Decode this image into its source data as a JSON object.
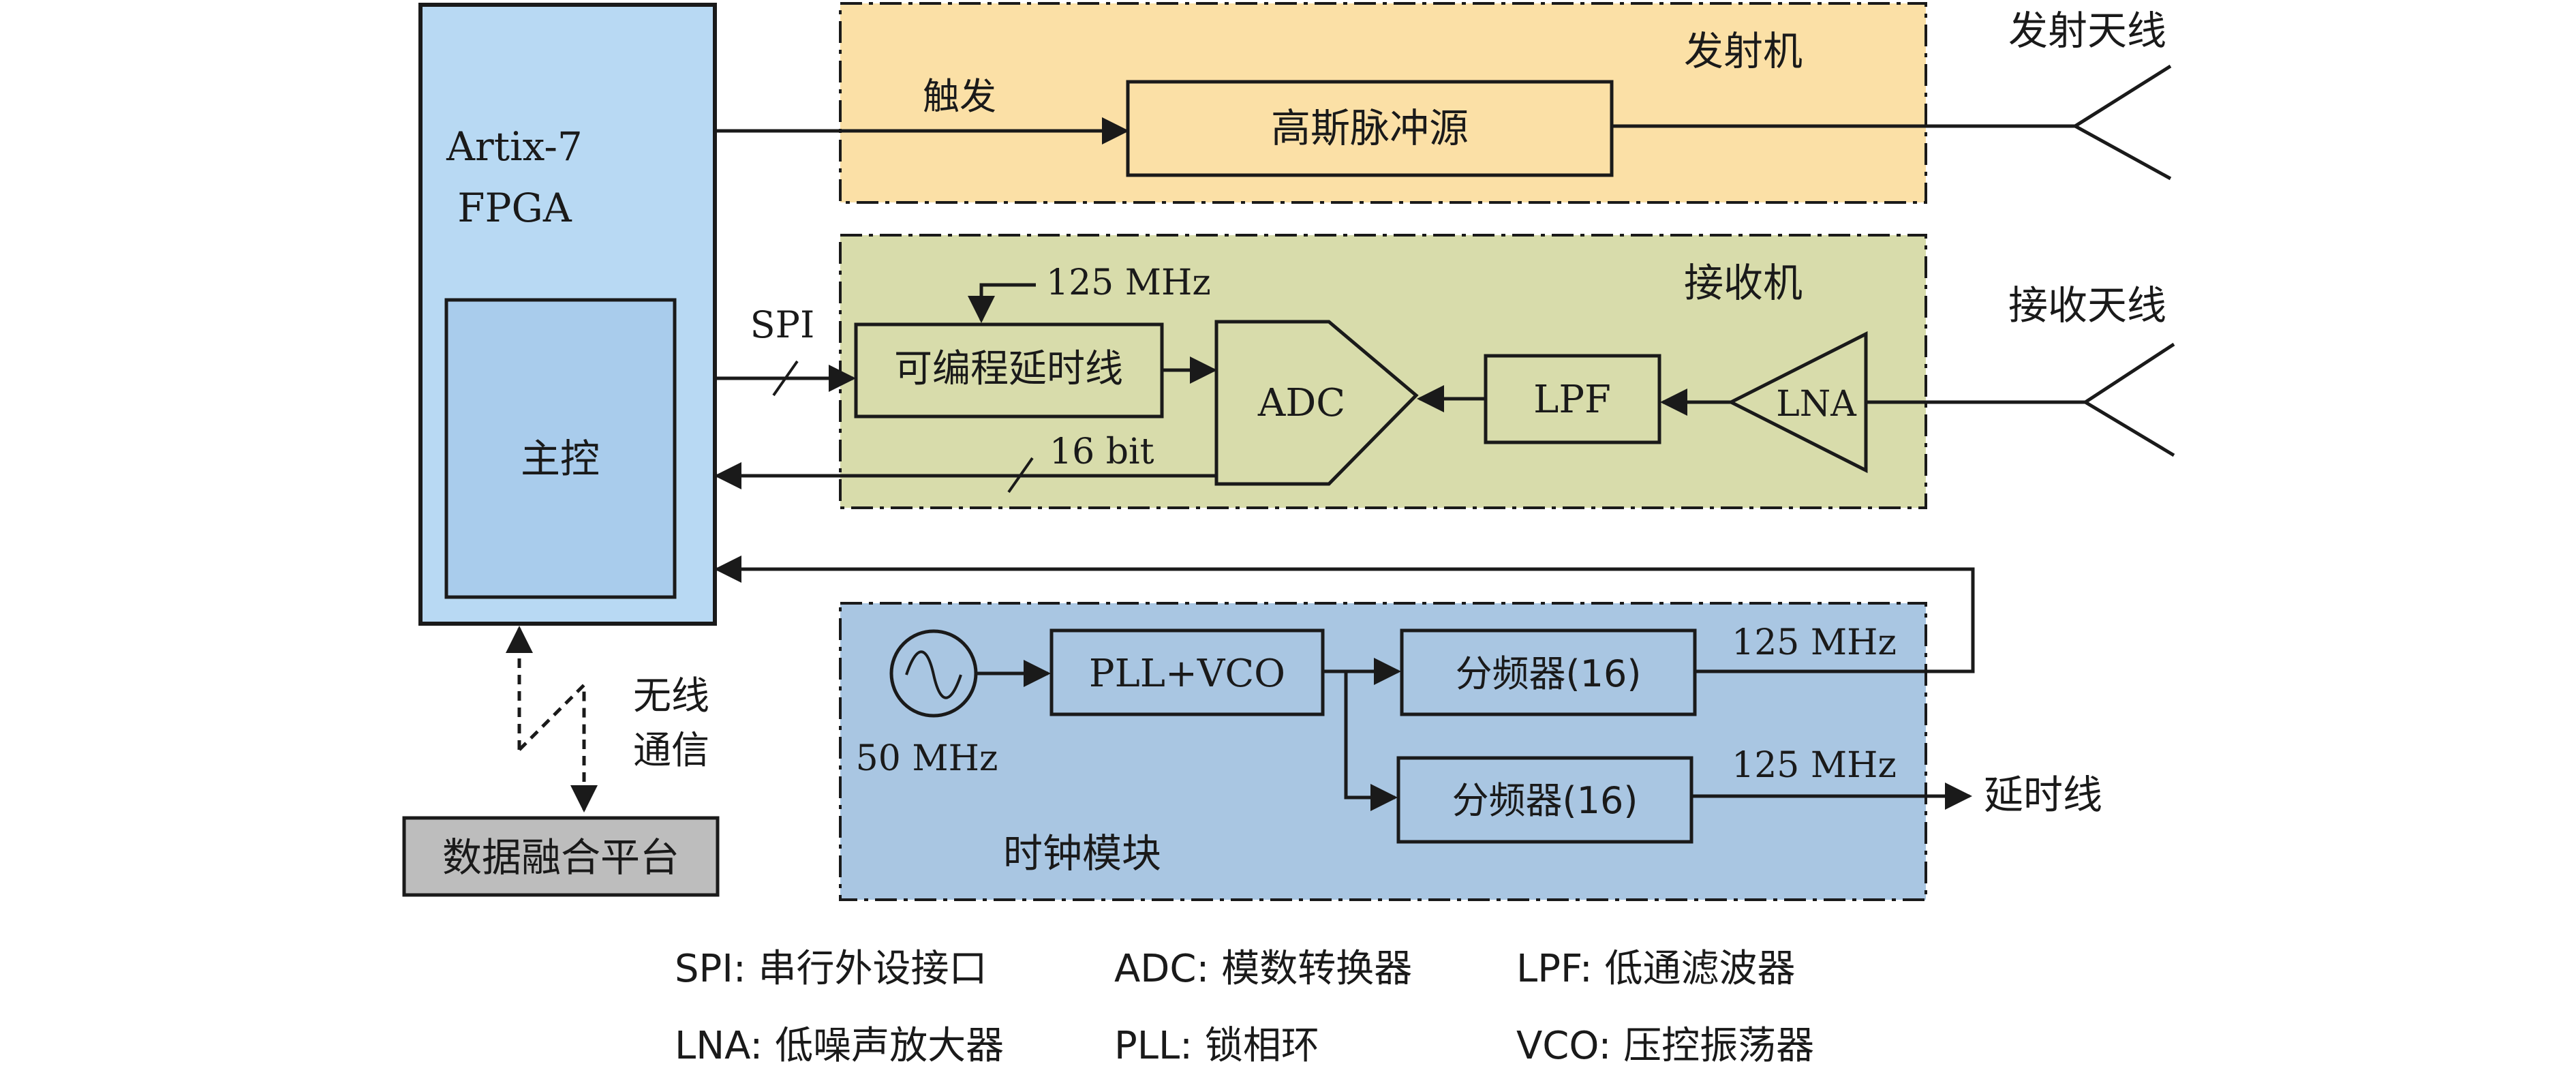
{
  "fpga": {
    "title_line1": "Artix-7",
    "title_line2": "FPGA",
    "controller": "主控"
  },
  "transmitter": {
    "region_label": "发射机",
    "pulse_source": "高斯脉冲源",
    "trigger_label": "触发",
    "antenna_label": "发射天线"
  },
  "receiver": {
    "region_label": "接收机",
    "delay_line": "可编程延时线",
    "adc": "ADC",
    "lpf": "LPF",
    "lna": "LNA",
    "clock_in": "125 MHz",
    "spi_label": "SPI",
    "bus_label": "16 bit",
    "antenna_label": "接收天线"
  },
  "clock": {
    "region_label": "时钟模块",
    "osc_freq": "50 MHz",
    "pll": "PLL+VCO",
    "divider1": "分频器(16)",
    "divider2": "分频器(16)",
    "out1_freq": "125 MHz",
    "out2_freq": "125 MHz",
    "out2_dest": "延时线"
  },
  "wireless": {
    "label_line1": "无线",
    "label_line2": "通信",
    "platform": "数据融合平台"
  },
  "legend": [
    "SPI: 串行外设接口",
    "ADC: 模数转换器",
    "LPF: 低通滤波器",
    "LNA: 低噪声放大器",
    "PLL: 锁相环",
    "VCO: 压控振荡器"
  ],
  "colors": {
    "fpga_fill": "#b8d9f3",
    "controller_fill": "#a9ccec",
    "transmitter_fill": "#fbe0a6",
    "receiver_fill": "#d8dcab",
    "clock_fill": "#a9c6e2",
    "platform_fill": "#bdbdbd",
    "stroke": "#1a1a1a"
  }
}
